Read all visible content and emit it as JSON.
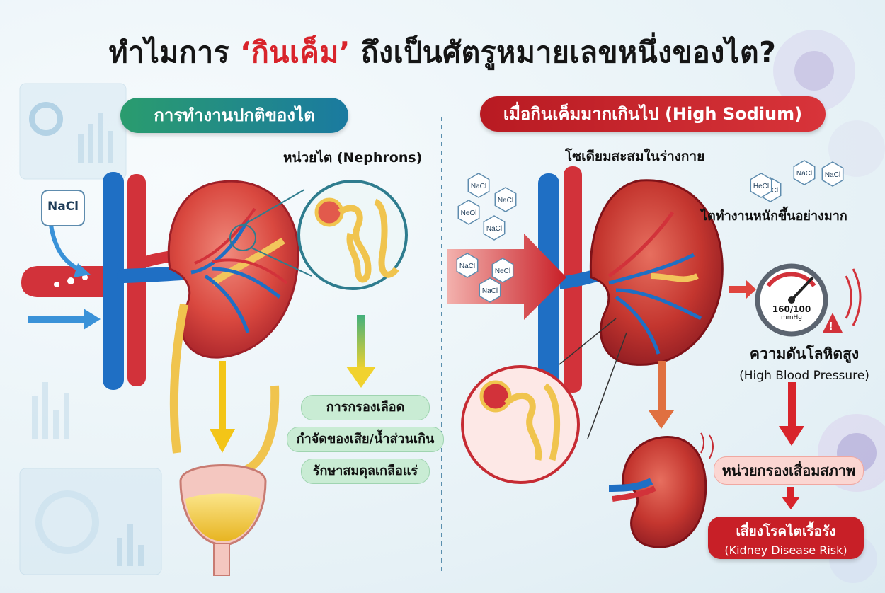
{
  "title": {
    "part1": "ทำไมการ ",
    "highlight": "‘กินเค็ม’",
    "part2": " ถึงเป็นศัตรูหมายเลขหนึ่งของไต?"
  },
  "left": {
    "heading": "การทำงานปกติของไต",
    "nephron_label": "หน่วยไต (Nephrons)",
    "salt_label": "NaCl",
    "functions": [
      "การกรองเลือด",
      "กำจัดของเสีย/น้ำส่วนเกิน",
      "รักษาสมดุลเกลือแร่"
    ]
  },
  "right": {
    "heading": "เมื่อกินเค็มมากเกินไป (High Sodium)",
    "sodium_label": "โซเดียมสะสมในร่างกาย",
    "workload_label": "ไตทำงานหนักขึ้นอย่างมาก",
    "gauge_reading": "160/100",
    "gauge_unit": "mmHg",
    "bp_label_th": "ความดันโลหิตสูง",
    "bp_label_en": "(High Blood Pressure)",
    "nephron_damage": "หน่วยกรองเสื่อมสภาพ",
    "risk_th": "เสี่ยงโรคไตเรื้อรัง",
    "risk_en": "(Kidney Disease Risk)",
    "salt_crystals": [
      "NaCl",
      "NaCl",
      "NeOl",
      "NaCl",
      "NaCl",
      "NaCl",
      "NaCl",
      "NaCl",
      "NeCl",
      "NaCl",
      "HeCl"
    ]
  },
  "colors": {
    "accent_red": "#d8242b",
    "accent_green": "#2a9c6e",
    "accent_blue": "#1a7aa0",
    "vein_blue": "#1f6fc4",
    "artery_red": "#d2323a"
  }
}
